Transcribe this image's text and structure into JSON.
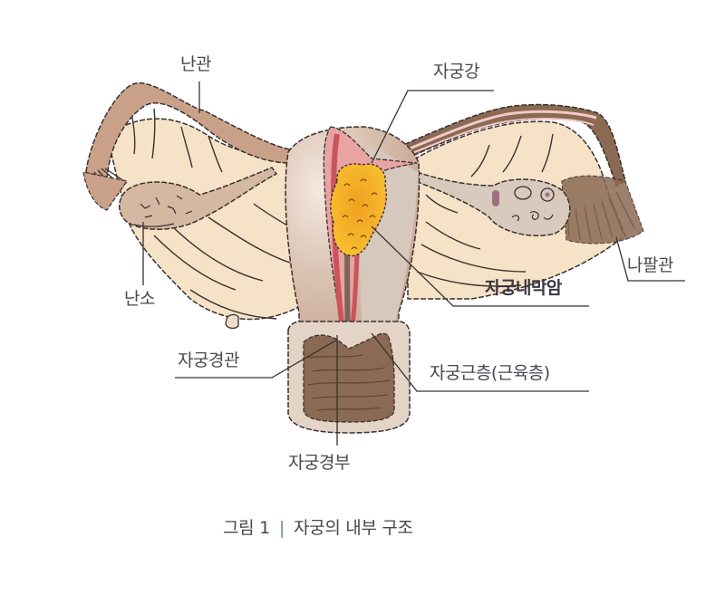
{
  "labels": {
    "fallopian_tube": "난관",
    "uterine_cavity": "자궁강",
    "fimbriae": "나팔관",
    "endometrial_cancer": "자궁내막암",
    "ovary": "난소",
    "cervical_canal": "자궁경관",
    "myometrium": "자궁근층(근육층)",
    "cervix": "자궁경부"
  },
  "caption": {
    "figure_number": "그림 1",
    "separator": "|",
    "title": "자궁의 내부 구조"
  },
  "colors": {
    "tissue_light": "#f6e2c6",
    "tube_tan": "#c9a189",
    "uterus_body": "#dcc4b4",
    "endometrium_pink": "#e8a3a3",
    "canal_red": "#c9555a",
    "tumor_orange": "#f5b21e",
    "cervix_brown": "#8a6a52",
    "outline": "#3a3030"
  }
}
